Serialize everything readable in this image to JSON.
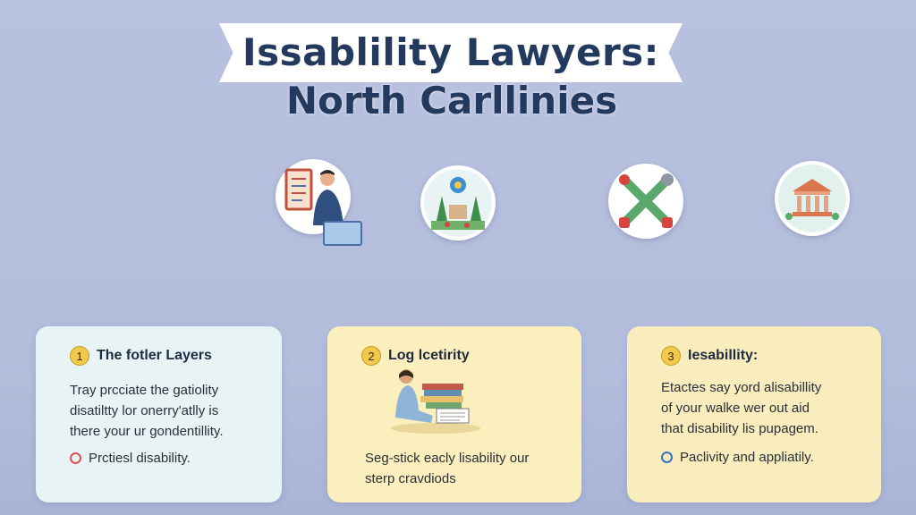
{
  "header": {
    "title_line1": "Issablility Lawyers:",
    "title_line2": "North Carllinies"
  },
  "icons": [
    {
      "name": "checklist-person-icon"
    },
    {
      "name": "landscape-globe-icon"
    },
    {
      "name": "crossed-tools-icon"
    },
    {
      "name": "courthouse-icon"
    }
  ],
  "cards": [
    {
      "number": "1",
      "heading": "The fotler Layers",
      "lines": [
        "Tray prcciate the gatiolity",
        "disatiltty lor onerry'atlly is",
        "there your ur gondentillity."
      ],
      "bullet": "Prctiesl disability.",
      "bullet_color": "#d9534f"
    },
    {
      "number": "2",
      "heading": "Log lcetirity",
      "lines": [
        "Seg-stick eacly lisability our",
        "sterp cravdiods"
      ]
    },
    {
      "number": "3",
      "heading": "Iesabillity:",
      "lines": [
        "Etactes say yord alisabillity",
        "of your walke wer out aid",
        "that disability lis pupagem."
      ],
      "bullet": "Paclivity and appliatily.",
      "bullet_color": "#3b6fc4"
    }
  ],
  "colors": {
    "background": "#b8c1df",
    "title": "#233a5e",
    "card1": "#e8f3f6",
    "card2": "#fbefbd",
    "card3": "#f9edbd",
    "badge": "#f2c94c"
  }
}
